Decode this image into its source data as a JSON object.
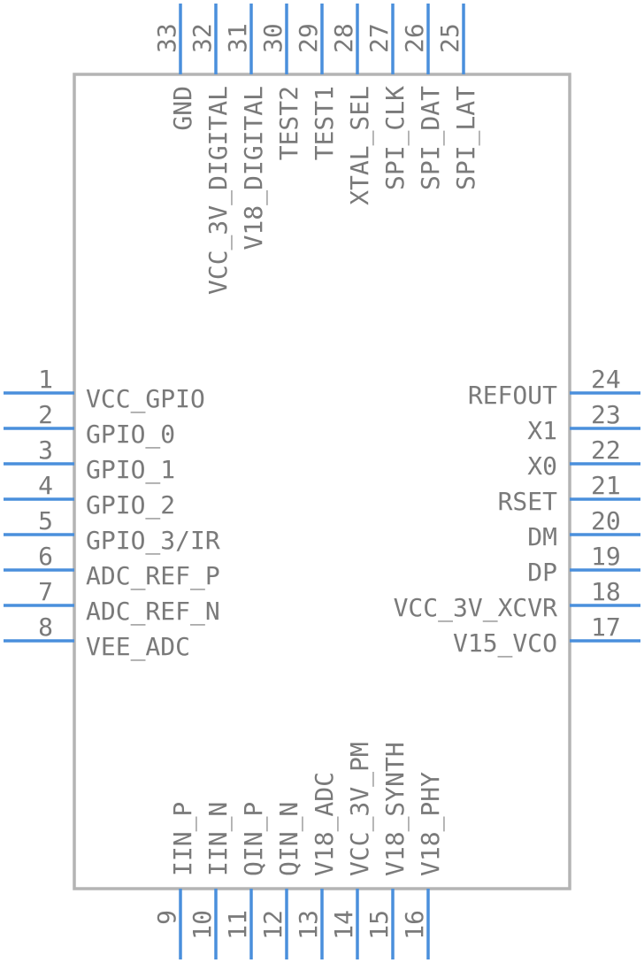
{
  "colors": {
    "pin": "#4a8fdc",
    "body_outline": "#b4b4b4",
    "text": "#7a7a7a",
    "background": "#ffffff"
  },
  "pins": {
    "left": [
      {
        "number": "1",
        "name": "VCC_GPIO"
      },
      {
        "number": "2",
        "name": "GPIO_0"
      },
      {
        "number": "3",
        "name": "GPIO_1"
      },
      {
        "number": "4",
        "name": "GPIO_2"
      },
      {
        "number": "5",
        "name": "GPIO_3/IR"
      },
      {
        "number": "6",
        "name": "ADC_REF_P"
      },
      {
        "number": "7",
        "name": "ADC_REF_N"
      },
      {
        "number": "8",
        "name": "VEE_ADC"
      }
    ],
    "right": [
      {
        "number": "24",
        "name": "REFOUT"
      },
      {
        "number": "23",
        "name": "X1"
      },
      {
        "number": "22",
        "name": "X0"
      },
      {
        "number": "21",
        "name": "RSET"
      },
      {
        "number": "20",
        "name": "DM"
      },
      {
        "number": "19",
        "name": "DP"
      },
      {
        "number": "18",
        "name": "VCC_3V_XCVR"
      },
      {
        "number": "17",
        "name": "V15_VCO"
      }
    ],
    "top": [
      {
        "number": "33",
        "name": "GND"
      },
      {
        "number": "32",
        "name": "VCC_3V_DIGITAL"
      },
      {
        "number": "31",
        "name": "V18_DIGITAL"
      },
      {
        "number": "30",
        "name": "TEST2"
      },
      {
        "number": "29",
        "name": "TEST1"
      },
      {
        "number": "28",
        "name": "XTAL_SEL"
      },
      {
        "number": "27",
        "name": "SPI_CLK"
      },
      {
        "number": "26",
        "name": "SPI_DAT"
      },
      {
        "number": "25",
        "name": "SPI_LAT"
      }
    ],
    "bottom": [
      {
        "number": "9",
        "name": "IIN_P"
      },
      {
        "number": "10",
        "name": "IIN_N"
      },
      {
        "number": "11",
        "name": "QIN_P"
      },
      {
        "number": "12",
        "name": "QIN_N"
      },
      {
        "number": "13",
        "name": "V18_ADC"
      },
      {
        "number": "14",
        "name": "VCC_3V_PM"
      },
      {
        "number": "15",
        "name": "V18_SYNTH"
      },
      {
        "number": "16",
        "name": "V18_PHY"
      }
    ]
  }
}
